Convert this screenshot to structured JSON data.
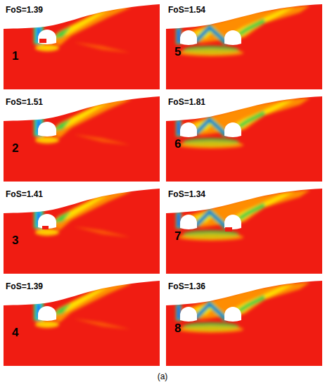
{
  "diagram": {
    "caption": "(a)",
    "labels": [
      "FoS=1.39",
      "1",
      "FoS=1.54",
      "5",
      "FoS=1.51",
      "2",
      "FoS=1.81",
      "6",
      "FoS=1.41",
      "3",
      "FoS=1.34",
      "7",
      "FoS=1.39",
      "4",
      "FoS=1.36",
      "8"
    ]
  }
}
